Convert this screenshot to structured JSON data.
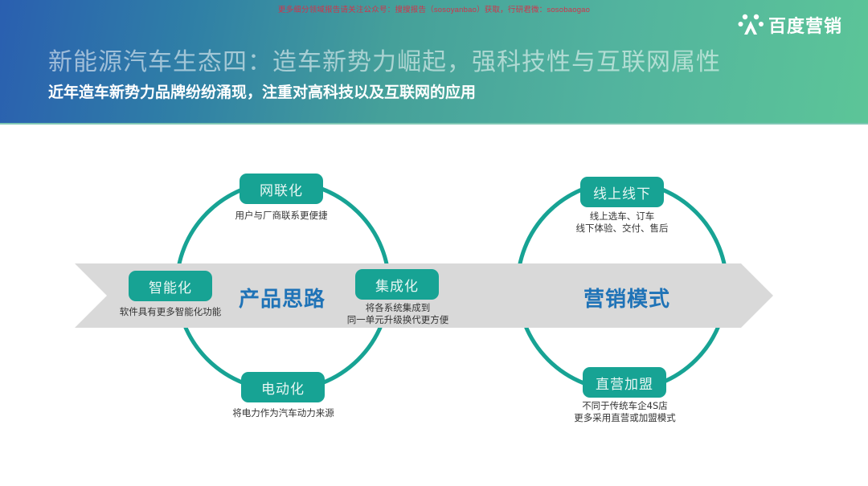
{
  "watermark": "更多细分领域报告请关注公众号：搜搜报告（sosoyanbao）获取，行研君微：sosobaogao",
  "brand": {
    "logo_text": "百度营销",
    "logo_icon": "paw-icon"
  },
  "header": {
    "title": "新能源汽车生态四：造车新势力崛起，强科技性与互联网属性",
    "subtitle": "近年造车新势力品牌纷纷涌现，注重对高科技以及互联网的应用"
  },
  "colors": {
    "teal": "#17a394",
    "arrow_gray": "#d9d9d9",
    "center_blue": "#1f73b7",
    "header_start": "#2a5fb0",
    "header_end": "#5cc598"
  },
  "left_cycle": {
    "center_label": "产品思路",
    "nodes": [
      {
        "label": "网联化",
        "caption": [
          "用户与厂商联系更便捷"
        ]
      },
      {
        "label": "智能化",
        "caption": [
          "软件具有更多智能化功能"
        ]
      },
      {
        "label": "集成化",
        "caption": [
          "将各系统集成到",
          "同一单元升级换代更方便"
        ]
      },
      {
        "label": "电动化",
        "caption": [
          "将电力作为汽车动力来源"
        ]
      }
    ]
  },
  "right_cycle": {
    "center_label": "营销模式",
    "nodes": [
      {
        "label": "线上线下",
        "caption": [
          "线上选车、订车",
          "线下体验、交付、售后"
        ]
      },
      {
        "label": "直营加盟",
        "caption": [
          "不同于传统车企4S店",
          "更多采用直营或加盟模式"
        ]
      }
    ]
  }
}
